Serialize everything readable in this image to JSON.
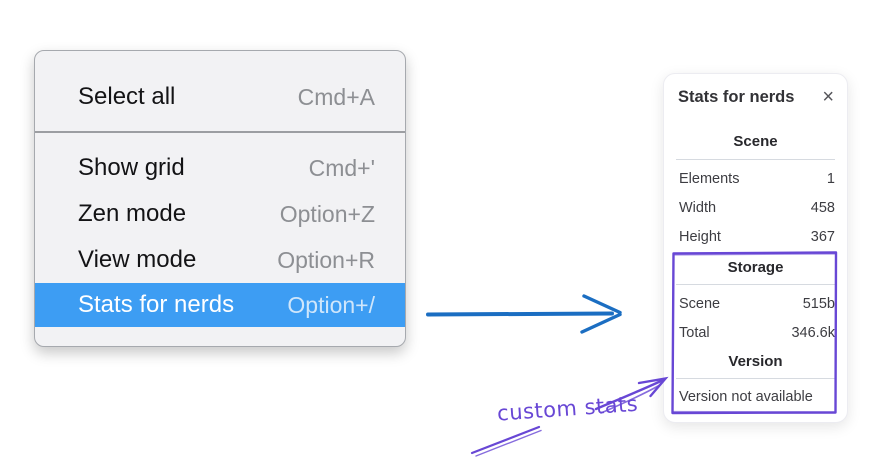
{
  "colors": {
    "menu_highlight": "#3d9df3",
    "menu_background": "#f2f2f4",
    "menu_shortcut_gray": "#8d8f93",
    "flow_arrow_blue": "#1b6ec2",
    "annotation_purple": "#6847d5",
    "panel_divider": "#d6dae0"
  },
  "icons": {
    "close": "×"
  },
  "context_menu": {
    "items": [
      {
        "label": "Select all",
        "shortcut": "Cmd+A"
      },
      {
        "label": "Show grid",
        "shortcut": "Cmd+'"
      },
      {
        "label": "Zen mode",
        "shortcut": "Option+Z"
      },
      {
        "label": "View mode",
        "shortcut": "Option+R"
      },
      {
        "label": "Stats for nerds",
        "shortcut": "Option+/",
        "selected": "true"
      }
    ]
  },
  "stats_panel": {
    "title": "Stats for nerds",
    "sections": [
      {
        "heading": "Scene",
        "rows": [
          {
            "label": "Elements",
            "value": "1"
          },
          {
            "label": "Width",
            "value": "458"
          },
          {
            "label": "Height",
            "value": "367"
          }
        ]
      },
      {
        "heading": "Storage",
        "rows": [
          {
            "label": "Scene",
            "value": "515b"
          },
          {
            "label": "Total",
            "value": "346.6k"
          }
        ]
      },
      {
        "heading": "Version",
        "note": "Version not available"
      }
    ]
  },
  "annotation": {
    "label": "custom stats"
  }
}
